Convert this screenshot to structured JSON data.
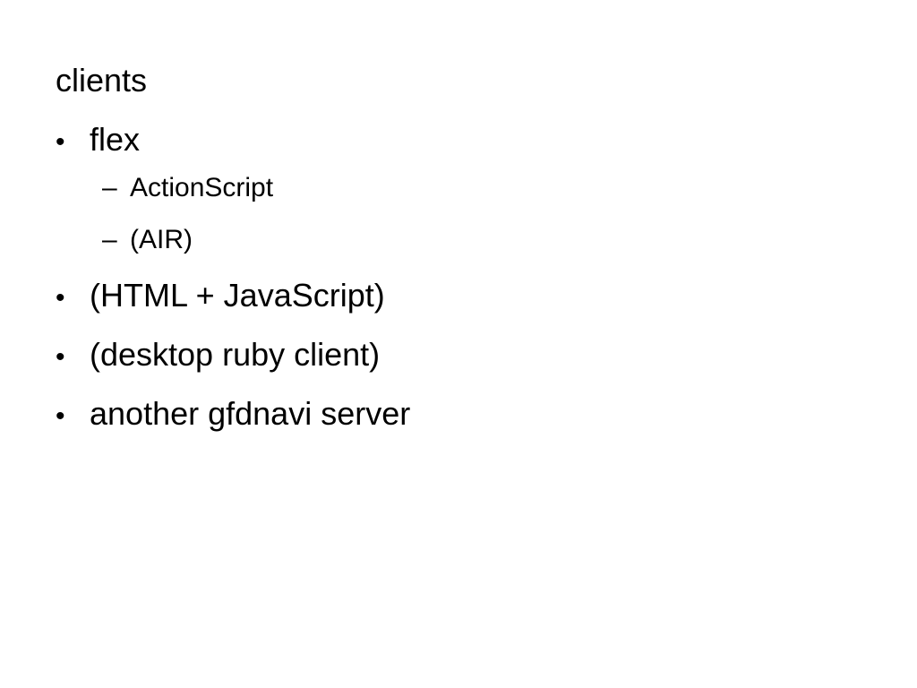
{
  "slide": {
    "heading": "clients",
    "bullets": [
      {
        "marker": "•",
        "text": "flex",
        "subitems": [
          {
            "marker": "–",
            "text": "ActionScript"
          },
          {
            "marker": "–",
            "text": "(AIR)"
          }
        ]
      },
      {
        "marker": "•",
        "text": "(HTML + JavaScript)"
      },
      {
        "marker": "•",
        "text": "(desktop ruby client)"
      },
      {
        "marker": "•",
        "text": "another gfdnavi server"
      }
    ]
  }
}
